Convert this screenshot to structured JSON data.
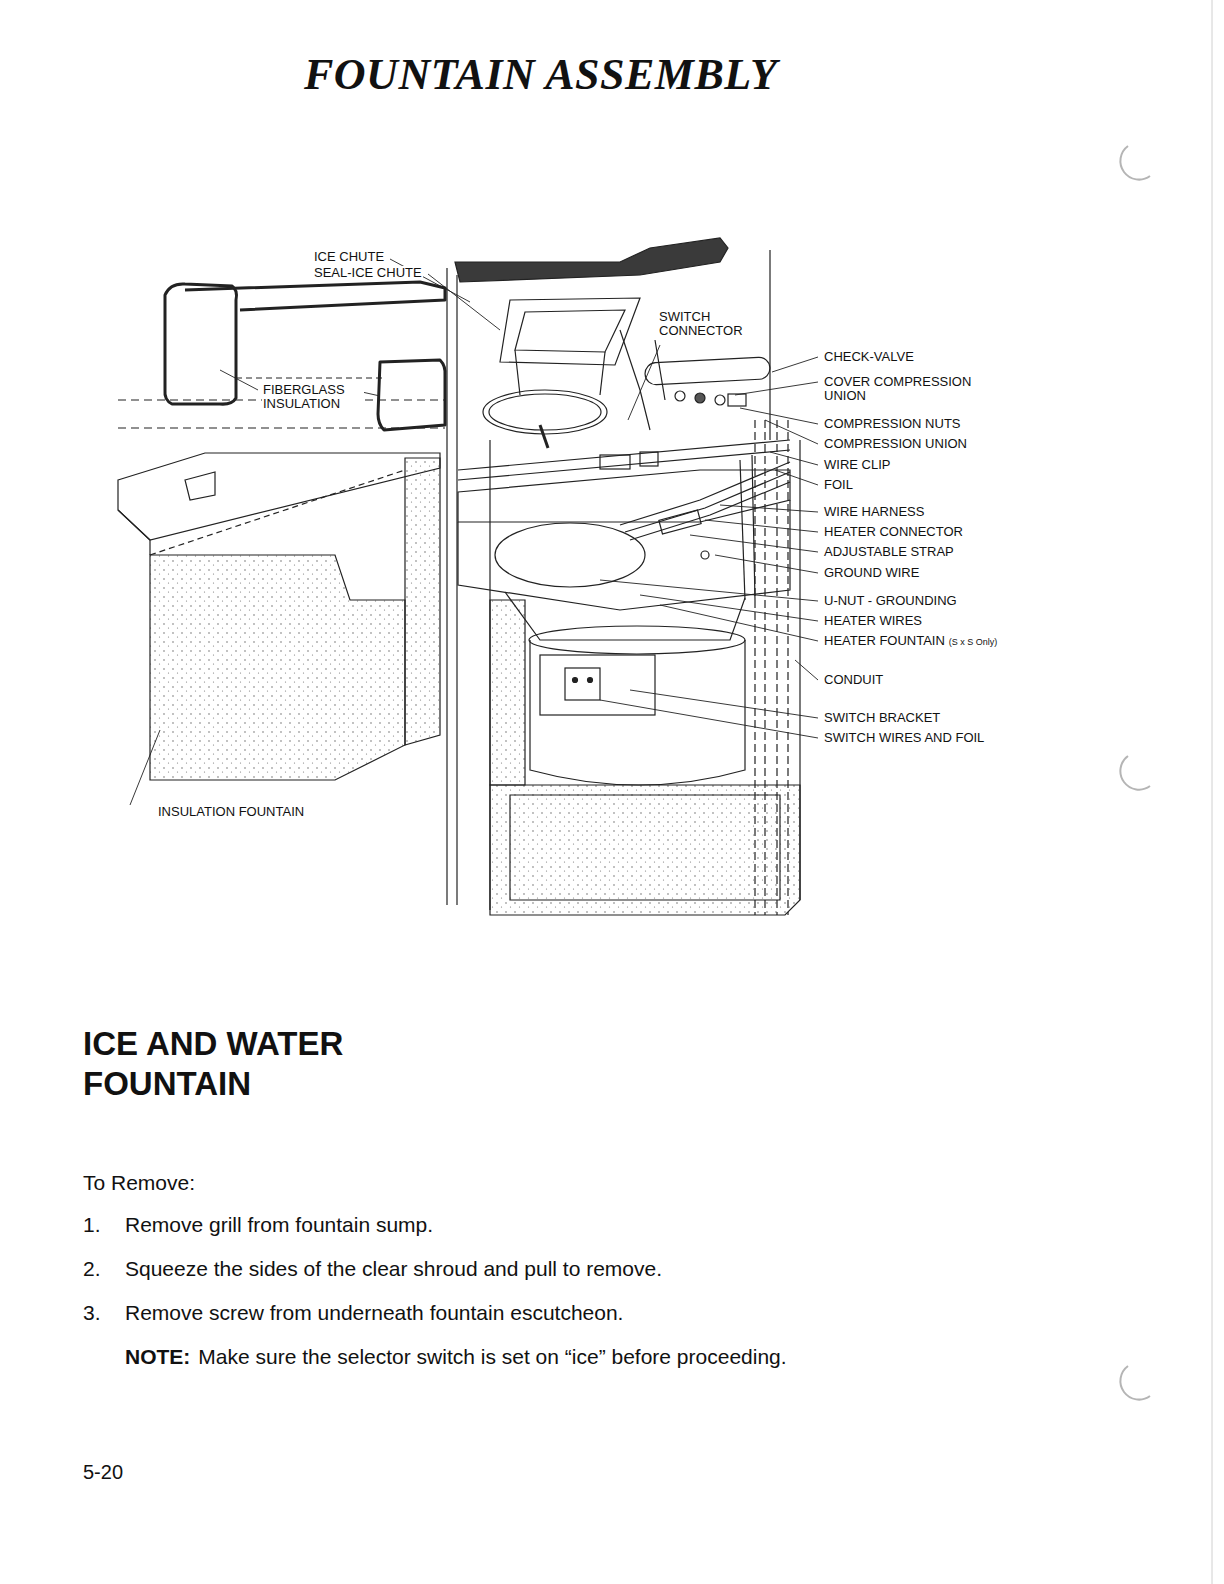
{
  "diagram": {
    "title": "FOUNTAIN ASSEMBLY",
    "labels": [
      "ICE CHUTE",
      "SEAL-ICE CHUTE",
      "SWITCH CONNECTOR",
      "FIBERGLASS INSULATION",
      "CHECK-VALVE",
      "COVER COMPRESSION UNION",
      "COMPRESSION NUTS",
      "COMPRESSION UNION",
      "WIRE CLIP",
      "FOIL",
      "WIRE HARNESS",
      "HEATER CONNECTOR",
      "ADJUSTABLE STRAP",
      "GROUND WIRE",
      "U-NUT - GROUNDING",
      "HEATER WIRES",
      "HEATER FOUNTAIN",
      "(S x S Only)",
      "CONDUIT",
      "SWITCH BRACKET",
      "SWITCH WIRES AND FOIL",
      "INSULATION FOUNTAIN",
      "ICE AND WATER FOUNTAIN",
      "To Remove:",
      "1.",
      "Remove grill from fountain sump.",
      "2.",
      "Squeeze the sides of the clear shroud and pull to remove.",
      "3.",
      "Remove screw from underneath fountain escutcheon.",
      "NOTE:",
      "Make sure the selector switch is set on “ice” before proceeding.",
      "5-20"
    ]
  }
}
